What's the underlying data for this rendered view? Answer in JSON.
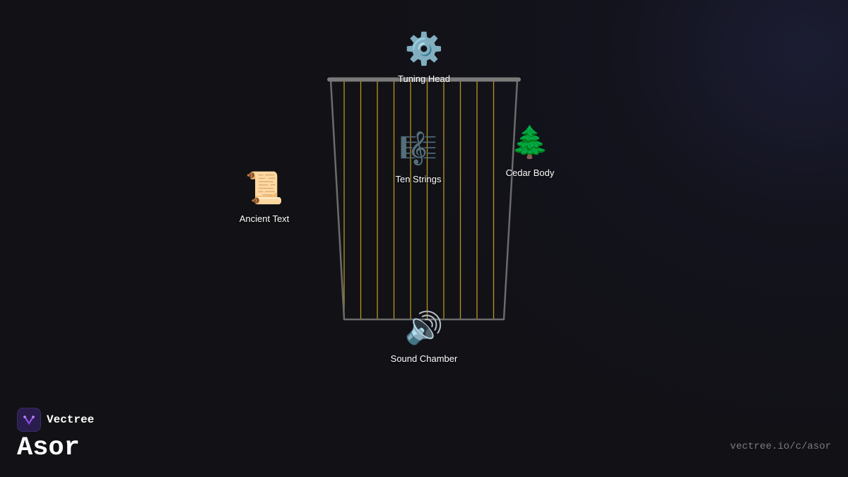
{
  "diagram": {
    "nodes": {
      "tuning_head": {
        "icon": "⚙️",
        "icon_name": "gear-icon",
        "label": "Tuning Head"
      },
      "ten_strings": {
        "icon": "🎼",
        "icon_name": "musical-score-icon",
        "label": "Ten Strings"
      },
      "cedar_body": {
        "icon": "🌲",
        "icon_name": "evergreen-tree-icon",
        "label": "Cedar Body"
      },
      "ancient_text": {
        "icon": "📜",
        "icon_name": "scroll-icon",
        "label": "Ancient Text"
      },
      "sound_chamber": {
        "icon": "🔊",
        "icon_name": "speaker-icon",
        "label": "Sound Chamber"
      }
    },
    "string_count": 10,
    "colors": {
      "frame": "#6b6b6b",
      "strings": "#b8961e",
      "background": "#111116"
    }
  },
  "brand": {
    "name": "Vectree",
    "logo_icon": "vectree-logo-icon",
    "accent": "#9b59f0"
  },
  "title": "Asor",
  "url": "vectree.io/c/asor"
}
